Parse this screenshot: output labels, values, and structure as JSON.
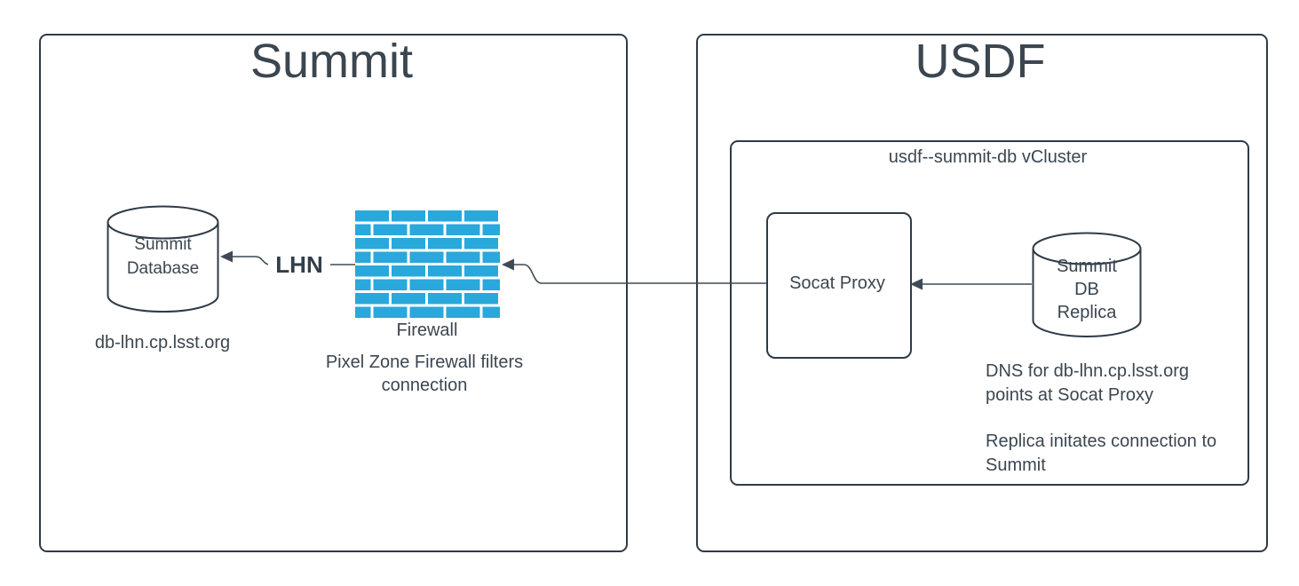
{
  "summit": {
    "title": "Summit",
    "database_label": "Summit\nDatabase",
    "database_caption": "db-lhn.cp.lsst.org",
    "firewall_label": "Firewall",
    "firewall_caption": "Pixel Zone Firewall filters\nconnection",
    "link_label": "LHN"
  },
  "usdf": {
    "title": "USDF",
    "vcluster_label": "usdf--summit-db vCluster",
    "socat_label": "Socat Proxy",
    "replica_label": "Summit\nDB\nReplica",
    "dns_note": "DNS for db-lhn.cp.lsst.org\npoints at Socat Proxy",
    "replica_note": "Replica initates connection to\nSummit"
  },
  "colors": {
    "stroke": "#2f3b47",
    "text": "#3b4650",
    "brick_blue": "#29a8dc",
    "background": "#ffffff"
  }
}
